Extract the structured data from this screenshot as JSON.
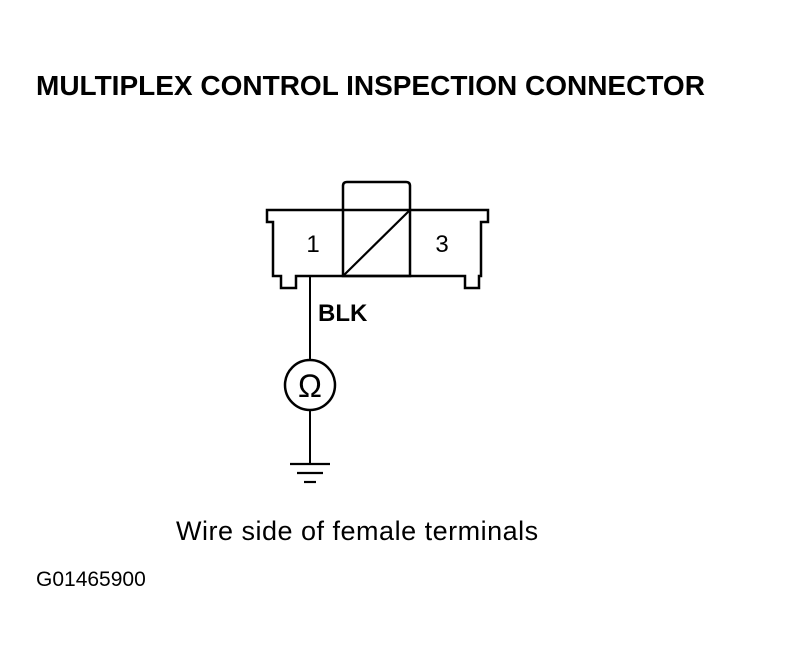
{
  "title": "MULTIPLEX CONTROL INSPECTION CONNECTOR",
  "connector": {
    "terminal_left": "1",
    "terminal_right": "3"
  },
  "wire": {
    "color_label": "BLK"
  },
  "meter": {
    "symbol": "Ω",
    "icon": "ohmmeter-icon"
  },
  "ground": {
    "icon": "ground-icon"
  },
  "caption": "Wire side of female terminals",
  "figure_id": "G01465900"
}
